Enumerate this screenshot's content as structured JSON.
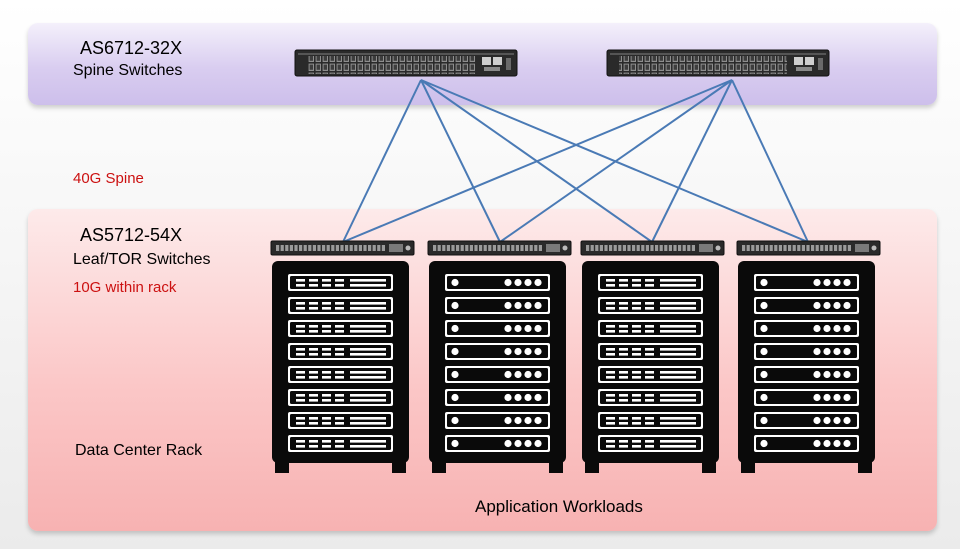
{
  "spine": {
    "model": "AS6712-32X",
    "role": "Spine Switches"
  },
  "link_labels": {
    "spine_speed": "40G Spine",
    "rack_speed": "10G within rack"
  },
  "leaf": {
    "model": "AS5712-54X",
    "role": "Leaf/TOR Switches"
  },
  "rack_label": "Data Center Rack",
  "workloads_label": "Application Workloads",
  "colors": {
    "link": "#4a7ab5",
    "accent_text": "#cc1111",
    "switch_body": "#2a2a2a",
    "rack_body": "#0a0a0a"
  },
  "icons": [
    "spine-switch-icon",
    "leaf-switch-icon",
    "server-rack-icon"
  ],
  "topology": {
    "spine_count": 2,
    "leaf_count": 4,
    "full_mesh": true
  }
}
